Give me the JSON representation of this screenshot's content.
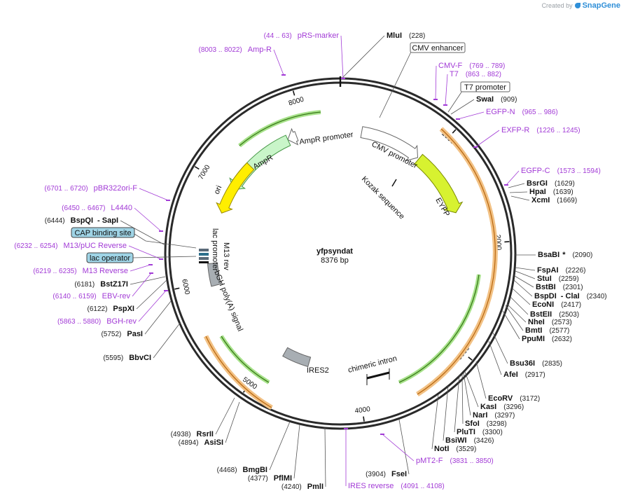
{
  "brand": {
    "created_by": "Created by",
    "app_name": "SnapGene"
  },
  "plasmid": {
    "name": "yfpsyndat",
    "length_label": "8376 bp",
    "length": 8376
  },
  "tick_labels": [
    {
      "label": "1000",
      "bp": 1000
    },
    {
      "label": "2000",
      "bp": 2000
    },
    {
      "label": "3000",
      "bp": 3000
    },
    {
      "label": "4000",
      "bp": 4000
    },
    {
      "label": "5000",
      "bp": 5000
    },
    {
      "label": "6000",
      "bp": 6000
    },
    {
      "label": "7000",
      "bp": 7000
    },
    {
      "label": "8000",
      "bp": 8000
    }
  ],
  "features": [
    {
      "name": "CMV promoter",
      "start": 232,
      "end": 905,
      "color": "#ffffff",
      "stroke": "#666666",
      "direction": "forward"
    },
    {
      "name": "EYFP",
      "start": 923,
      "end": 1642,
      "color": "#d7f230",
      "stroke": "#7a8a00",
      "direction": "forward"
    },
    {
      "name": "AmpR promoter",
      "start": 7800,
      "end": 7900,
      "color": "#ffffff",
      "stroke": "#666666",
      "direction": "reverse"
    },
    {
      "name": "AmpR",
      "start": 7000,
      "end": 7800,
      "color": "#c9f5c9",
      "stroke": "#4a9a4a",
      "direction": "reverse"
    },
    {
      "name": "ori",
      "start": 6720,
      "end": 7310,
      "color": "#ffee00",
      "stroke": "#9a8a00",
      "direction": "reverse"
    },
    {
      "name": "IRES2",
      "start": 4560,
      "end": 4870,
      "color": "#a8aeb3",
      "stroke": "#666666",
      "direction": "none"
    },
    {
      "name": "bGH poly(A) signal",
      "start": 5950,
      "end": 6180,
      "color": "#a8aeb3",
      "stroke": "#666666",
      "direction": "none"
    }
  ],
  "feature_labels": {
    "cmv_promoter": "CMV promoter",
    "eyfp": "EYFP",
    "ampr_promoter": "AmpR promoter",
    "ampr": "AmpR",
    "ori": "ori",
    "kozak": "Kozak sequence",
    "lac_promoter": "lac promoter",
    "m13_rev": "M13 rev",
    "bgh": "bGH poly(A) signal",
    "ires2": "IRES2",
    "chimeric_intron": "chimeric intron"
  },
  "boxed_labels": [
    {
      "text": "CMV enhancer",
      "fill": "#ffffff"
    },
    {
      "text": "T7 promoter",
      "fill": "#ffffff"
    },
    {
      "text": "CAP binding site",
      "fill": "#9fd4e6"
    },
    {
      "text": "lac operator",
      "fill": "#9fd4e6"
    }
  ],
  "enzymes": [
    {
      "name": "MluI",
      "pos": "(228)"
    },
    {
      "name": "SwaI",
      "pos": "(909)"
    },
    {
      "name": "BsrGI",
      "pos": "(1629)"
    },
    {
      "name": "HpaI",
      "pos": "(1639)"
    },
    {
      "name": "XcmI",
      "pos": "(1669)"
    },
    {
      "name": "BsaBI",
      "star": "*",
      "pos": "(2090)"
    },
    {
      "name": "FspAI",
      "pos": "(2226)"
    },
    {
      "name": "StuI",
      "pos": "(2259)"
    },
    {
      "name": "BstBI",
      "pos": "(2301)"
    },
    {
      "name": "BspDI",
      "extra": "- ClaI",
      "pos": "(2340)"
    },
    {
      "name": "EcoNI",
      "pos": "(2417)"
    },
    {
      "name": "BstEII",
      "pos": "(2503)"
    },
    {
      "name": "NheI",
      "pos": "(2573)"
    },
    {
      "name": "BmtI",
      "pos": "(2577)"
    },
    {
      "name": "PpuMI",
      "pos": "(2632)"
    },
    {
      "name": "Bsu36I",
      "pos": "(2835)"
    },
    {
      "name": "AfeI",
      "pos": "(2917)"
    },
    {
      "name": "EcoRV",
      "pos": "(3172)"
    },
    {
      "name": "KasI",
      "pos": "(3296)"
    },
    {
      "name": "NarI",
      "pos": "(3297)"
    },
    {
      "name": "SfoI",
      "pos": "(3298)"
    },
    {
      "name": "PluTI",
      "pos": "(3300)"
    },
    {
      "name": "BsiWI",
      "pos": "(3426)"
    },
    {
      "name": "NotI",
      "pos": "(3529)"
    },
    {
      "name": "FseI",
      "pos": "(3904)"
    },
    {
      "name": "PmlI",
      "pos": "(4240)"
    },
    {
      "name": "PflMI",
      "pos": "(4377)"
    },
    {
      "name": "BmgBI",
      "pos": "(4468)"
    },
    {
      "name": "AsiSI",
      "pos": "(4894)"
    },
    {
      "name": "RsrII",
      "pos": "(4938)"
    },
    {
      "name": "BbvCI",
      "pos": "(5595)"
    },
    {
      "name": "PasI",
      "pos": "(5752)"
    },
    {
      "name": "PspXI",
      "pos": "(6122)"
    },
    {
      "name": "BstZ17I",
      "pos": "(6181)"
    },
    {
      "name": "BspQI",
      "extra": "- SapI",
      "pos": "(6444)"
    }
  ],
  "primers": [
    {
      "name": "pRS-marker",
      "range": "(44 .. 63)"
    },
    {
      "name": "Amp-R",
      "range": "(8003 .. 8022)"
    },
    {
      "name": "CMV-F",
      "range": "(769 .. 789)"
    },
    {
      "name": "T7",
      "range": "(863 .. 882)"
    },
    {
      "name": "EGFP-N",
      "range": "(965 .. 986)"
    },
    {
      "name": "EXFP-R",
      "range": "(1226 .. 1245)"
    },
    {
      "name": "EGFP-C",
      "range": "(1573 .. 1594)"
    },
    {
      "name": "pMT2-F",
      "range": "(3831 .. 3850)"
    },
    {
      "name": "IRES reverse",
      "range": "(4091 .. 4108)"
    },
    {
      "name": "BGH-rev",
      "range": "(5863 .. 5880)"
    },
    {
      "name": "EBV-rev",
      "range": "(6140 .. 6159)"
    },
    {
      "name": "M13 Reverse",
      "range": "(6219 .. 6235)"
    },
    {
      "name": "M13/pUC Reverse",
      "range": "(6232 .. 6254)"
    },
    {
      "name": "L4440",
      "range": "(6450 .. 6467)"
    },
    {
      "name": "pBR322ori-F",
      "range": "(6701 .. 6720)"
    }
  ]
}
